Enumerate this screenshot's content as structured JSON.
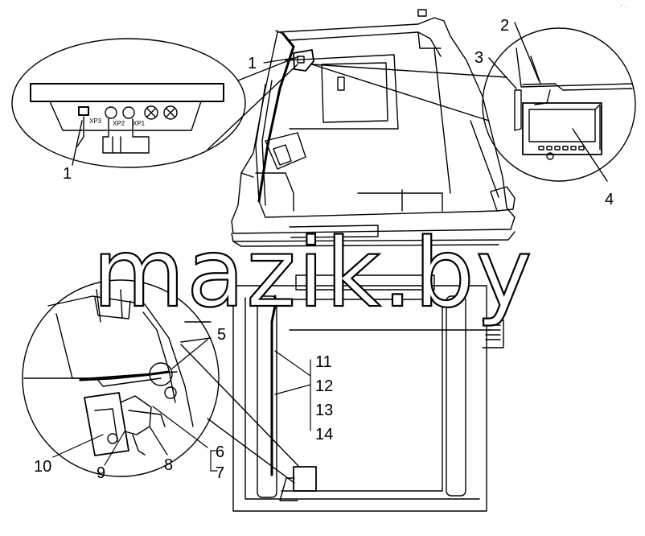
{
  "labels": {
    "1a": "1",
    "1b": "1",
    "2": "2",
    "3": "3",
    "4": "4",
    "5": "5",
    "6": "6",
    "7": "7",
    "8": "8",
    "9": "9",
    "10": "10",
    "11": "11",
    "12": "12",
    "13": "13",
    "14": "14"
  },
  "connectors": {
    "xp3": "XP3",
    "xp2": "XP2",
    "xp1": "XP1"
  },
  "watermark": "mazik.by",
  "corner_mark": "·° ···"
}
